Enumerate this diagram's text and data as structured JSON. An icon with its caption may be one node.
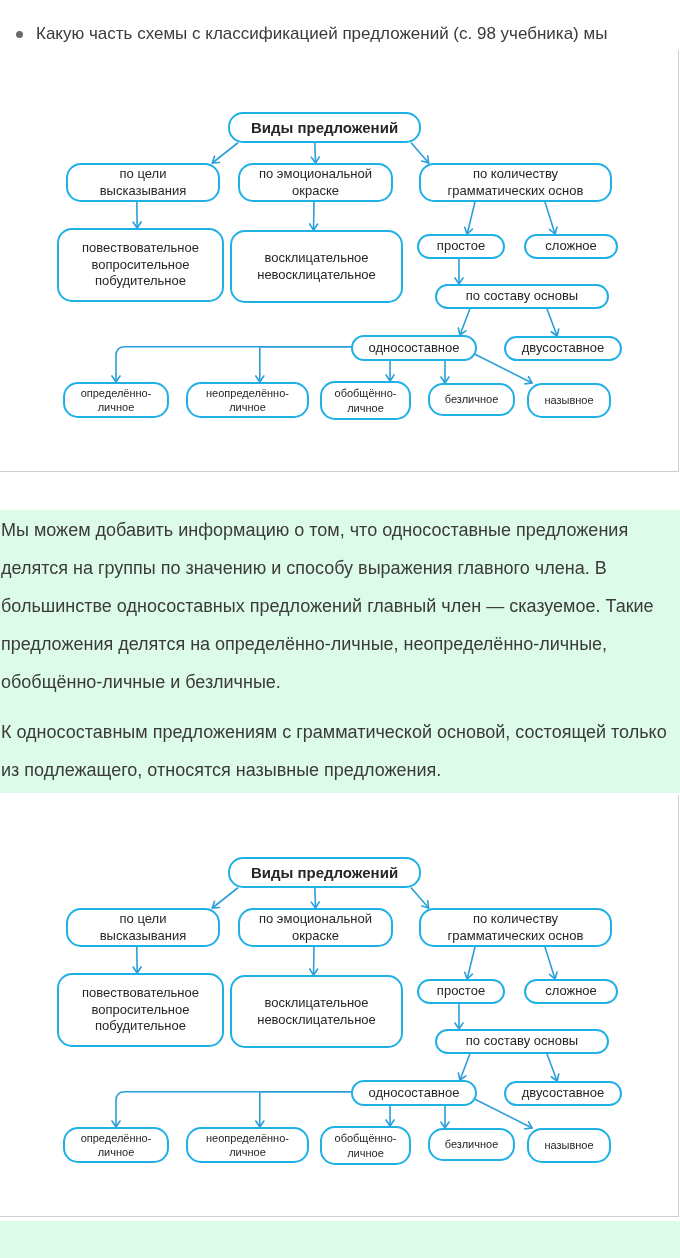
{
  "diagram": {
    "nodes": [
      {
        "text": [
          "Виды предложений"
        ]
      },
      {
        "text": [
          "по цели высказывания"
        ]
      },
      {
        "text": [
          "по эмоциональной окраске"
        ]
      },
      {
        "text": [
          "по количеству грамматических основ"
        ]
      },
      {
        "text": [
          "повествовательное вопросительное побудительное"
        ]
      },
      {
        "text": [
          "восклицательное невосклицательное"
        ]
      },
      {
        "text": [
          "простое"
        ]
      },
      {
        "text": [
          "сложное"
        ]
      },
      {
        "text": [
          "по составу основы"
        ]
      },
      {
        "text": [
          "односоставное"
        ]
      },
      {
        "text": [
          "двусоставное"
        ]
      },
      {
        "text": [
          "определённо-личное"
        ]
      },
      {
        "text": [
          "неопределённо-личное"
        ]
      },
      {
        "text": [
          "обобщённо-личное"
        ]
      },
      {
        "text": [
          "безличное"
        ]
      },
      {
        "text": [
          "назывное"
        ]
      },
      {
        "text": [
          "Виды предложений"
        ]
      },
      {
        "text": [
          "по цели высказывания"
        ]
      },
      {
        "text": [
          "по эмоциональной окраске"
        ]
      },
      {
        "text": [
          "по количеству грамматических основ"
        ]
      },
      {
        "text": [
          "повествовательное вопросительное побудительное"
        ]
      },
      {
        "text": [
          "восклицательное невосклицательное"
        ]
      },
      {
        "text": [
          "простое"
        ]
      },
      {
        "text": [
          "сложное"
        ]
      },
      {
        "text": [
          "по составу основы"
        ]
      },
      {
        "text": [
          "односоставное"
        ]
      },
      {
        "text": [
          "двусоставное"
        ]
      },
      {
        "text": [
          "определённо-личное"
        ]
      },
      {
        "text": [
          "неопределённо-личное"
        ]
      },
      {
        "text": [
          "обобщённо-личное"
        ]
      },
      {
        "text": [
          "безличное"
        ]
      },
      {
        "text": [
          "назывное"
        ]
      }
    ],
    "edges": [
      {
        "from": 0,
        "to": 1,
        "arrow": "to"
      },
      {
        "from": 0,
        "to": 2,
        "arrow": "to"
      },
      {
        "from": 0,
        "to": 3,
        "arrow": "to"
      },
      {
        "from": 1,
        "to": 4,
        "arrow": "to"
      },
      {
        "from": 2,
        "to": 5,
        "arrow": "to"
      },
      {
        "from": 3,
        "to": 6,
        "arrow": "to"
      },
      {
        "from": 3,
        "to": 7,
        "arrow": "to"
      },
      {
        "from": 6,
        "to": 8,
        "arrow": "to"
      },
      {
        "from": 8,
        "to": 9,
        "arrow": "to"
      },
      {
        "from": 8,
        "to": 10,
        "arrow": "to"
      },
      {
        "from": 9,
        "to": 11,
        "arrow": "to"
      },
      {
        "from": 9,
        "to": 12,
        "arrow": "to"
      },
      {
        "from": 9,
        "to": 13,
        "arrow": "to"
      },
      {
        "from": 9,
        "to": 14,
        "arrow": "to"
      },
      {
        "from": 9,
        "to": 15,
        "arrow": "to"
      },
      {
        "from": 16,
        "to": 17,
        "arrow": "to"
      },
      {
        "from": 16,
        "to": 18,
        "arrow": "to"
      },
      {
        "from": 16,
        "to": 19,
        "arrow": "to"
      },
      {
        "from": 17,
        "to": 20,
        "arrow": "to"
      },
      {
        "from": 18,
        "to": 21,
        "arrow": "to"
      },
      {
        "from": 19,
        "to": 22,
        "arrow": "to"
      },
      {
        "from": 19,
        "to": 23,
        "arrow": "to"
      },
      {
        "from": 22,
        "to": 24,
        "arrow": "to"
      },
      {
        "from": 24,
        "to": 25,
        "arrow": "to"
      },
      {
        "from": 24,
        "to": 26,
        "arrow": "to"
      },
      {
        "from": 25,
        "to": 27,
        "arrow": "to"
      },
      {
        "from": 25,
        "to": 28,
        "arrow": "to"
      },
      {
        "from": 25,
        "to": 29,
        "arrow": "to"
      },
      {
        "from": 25,
        "to": 30,
        "arrow": "to"
      },
      {
        "from": 25,
        "to": 31,
        "arrow": "to"
      }
    ],
    "labels": [
      "Какую часть схемы с классификацией предложений (с. 98 учебника) мы",
      "Мы можем добавить информацию о том, что односоставные предложения делятся на группы по значению и способу выражения главного члена. В большинстве односоставных предложений главный член — сказуемое. Такие предложения делятся на определённо-личные, неопределённо-личные, обобщённо-личные и безличные.",
      "К односоставным предложениям с грамматической основой, состоящей только из подлежащего, относятся назывные предложения."
    ]
  }
}
